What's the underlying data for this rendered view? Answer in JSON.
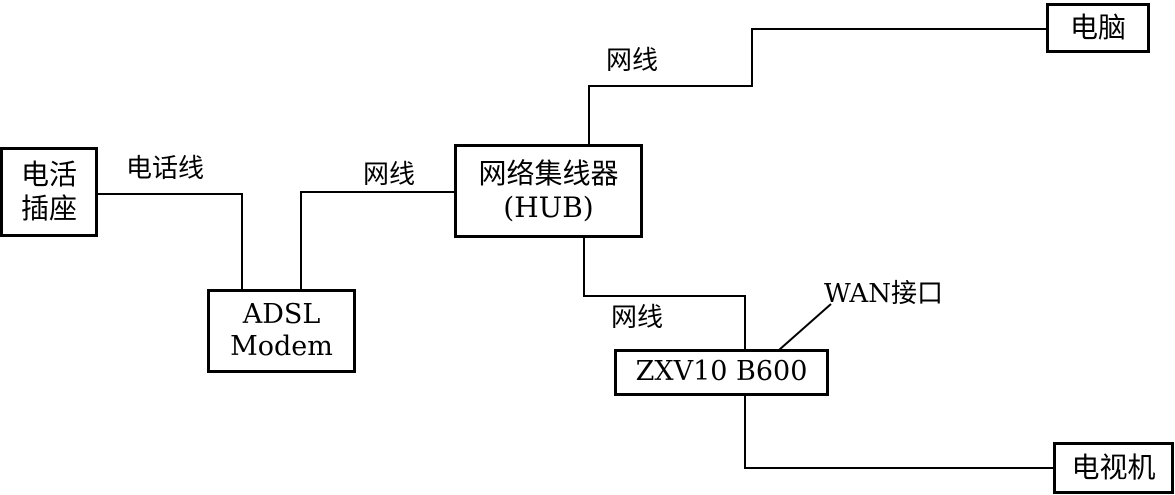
{
  "nodes": {
    "phone_socket": {
      "line1": "电活",
      "line2": "插座"
    },
    "adsl_modem": {
      "line1": "ADSL",
      "line2": "Modem"
    },
    "hub": {
      "line1": "网络集线器",
      "line2": "(HUB)"
    },
    "computer": {
      "label": "电脑"
    },
    "stb": {
      "label": "ZXV10 B600"
    },
    "tv": {
      "label": "电视机"
    }
  },
  "edge_labels": {
    "phone_line": "电话线",
    "net_modem_hub": "网线",
    "net_hub_pc": "网线",
    "net_hub_stb": "网线",
    "wan_port": "WAN接口"
  },
  "colors": {
    "stroke": "#000000",
    "background": "#ffffff"
  }
}
